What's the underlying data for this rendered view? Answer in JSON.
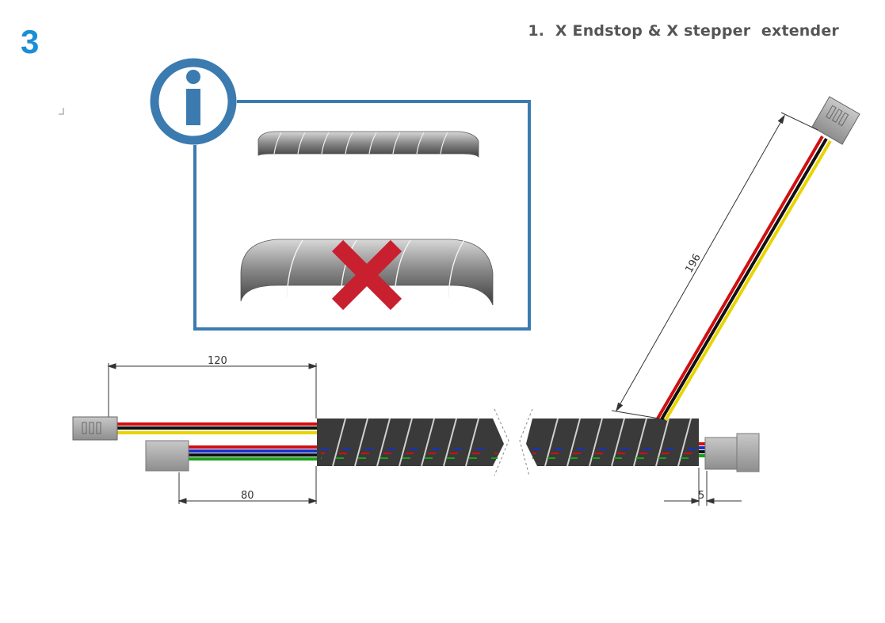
{
  "header": {
    "step_number": "3",
    "title": "1.  X Endstop & X stepper  extender"
  },
  "info_box": {
    "icon": "info-icon",
    "correct_example": "thin-spiral-wrap",
    "incorrect_example": "thick-spiral-wrap",
    "incorrect_mark": "red-cross-icon"
  },
  "dimensions": {
    "top_left_length": "120",
    "bottom_left_length": "80",
    "diagonal_length": "196",
    "right_offset": "5"
  },
  "colors": {
    "accent_blue": "#1a8fd6",
    "frame_blue": "#3b7bb0",
    "cross_red": "#c8202e",
    "wire_red": "#d01010",
    "wire_yellow": "#e8d400",
    "wire_black": "#111111",
    "wire_blue": "#1530d0",
    "wire_green": "#18a018",
    "sleeve": "#3a3a3a",
    "connector": "#a8a8a8"
  }
}
